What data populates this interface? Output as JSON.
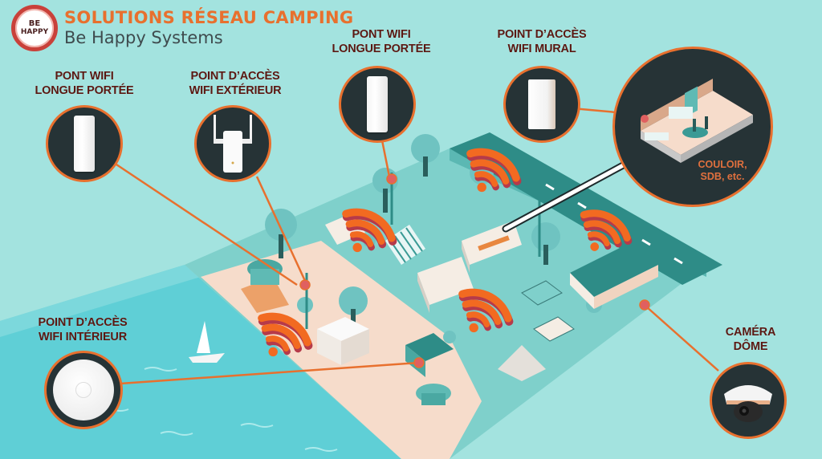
{
  "header": {
    "logo_line1": "BE",
    "logo_line2": "HAPPY",
    "title": "SOLUTIONS RÉSEAU CAMPING",
    "subtitle": "Be Happy Systems"
  },
  "colors": {
    "background": "#a3e3df",
    "accent_orange": "#e8702e",
    "label_dark_red": "#5a1812",
    "badge_dark": "#263336",
    "sea": "#5fcfd6",
    "sand": "#f6dccb",
    "road": "#2e8c87",
    "wifi_orange": "#f26a21",
    "wifi_shadow": "#b63a4a"
  },
  "devices": [
    {
      "id": "bridge-left",
      "label_line1": "PONT WIFI",
      "label_line2": "LONGUE PORTÉE",
      "icon": "outdoor-bridge-icon"
    },
    {
      "id": "ap-outdoor",
      "label_line1": "POINT D’ACCÈS",
      "label_line2": "WIFI EXTÉRIEUR",
      "icon": "outdoor-access-point-icon"
    },
    {
      "id": "bridge-center",
      "label_line1": "PONT WIFI",
      "label_line2": "LONGUE PORTÉE",
      "icon": "outdoor-bridge-icon"
    },
    {
      "id": "ap-wall",
      "label_line1": "POINT D’ACCÈS",
      "label_line2": "WIFI MURAL",
      "icon": "wall-access-point-icon"
    },
    {
      "id": "ap-indoor",
      "label_line1": "POINT D’ACCÈS",
      "label_line2": "WIFI INTÉRIEUR",
      "icon": "ceiling-access-point-icon"
    },
    {
      "id": "camera",
      "label_line1": "CAMÉRA",
      "label_line2": "DÔME",
      "icon": "dome-camera-icon"
    }
  ],
  "room_callout": {
    "line1": "COULOIR,",
    "line2": "SDB, etc."
  }
}
